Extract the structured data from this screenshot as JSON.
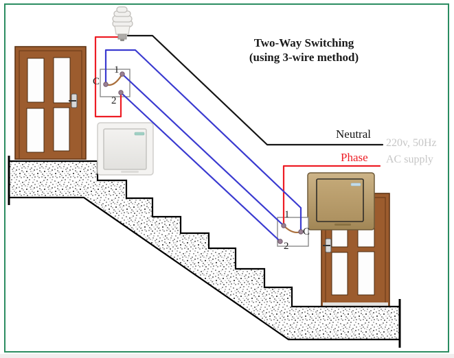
{
  "title": {
    "line1": "Two-Way Switching",
    "line2": "(using 3-wire method)"
  },
  "supply": {
    "neutral_label": "Neutral",
    "phase_label": "Phase",
    "rating_line1": "220v, 50Hz",
    "rating_line2": "AC supply"
  },
  "switches": {
    "upper": {
      "common": "C",
      "terminal1": "1",
      "terminal2": "2"
    },
    "lower": {
      "common": "C",
      "terminal1": "1",
      "terminal2": "2"
    }
  },
  "colors": {
    "border_green": "#2a8c60",
    "phase_red": "#ed1c24",
    "traveler_blue": "#3a3ad0",
    "neutral_black": "#141414",
    "supply_gray": "#c6c6c6",
    "door_brown": "#9c5c2e",
    "switch_gold_plate": "#b89c69",
    "switch_white_plate": "#f4f3f1",
    "lever_brown": "#aa6f3c",
    "terminal_dot": "#9a8094"
  },
  "icons": {
    "bulb": "cfl-bulb-icon",
    "upper_switch": "rocker-switch-white",
    "lower_switch": "rocker-switch-gold"
  }
}
